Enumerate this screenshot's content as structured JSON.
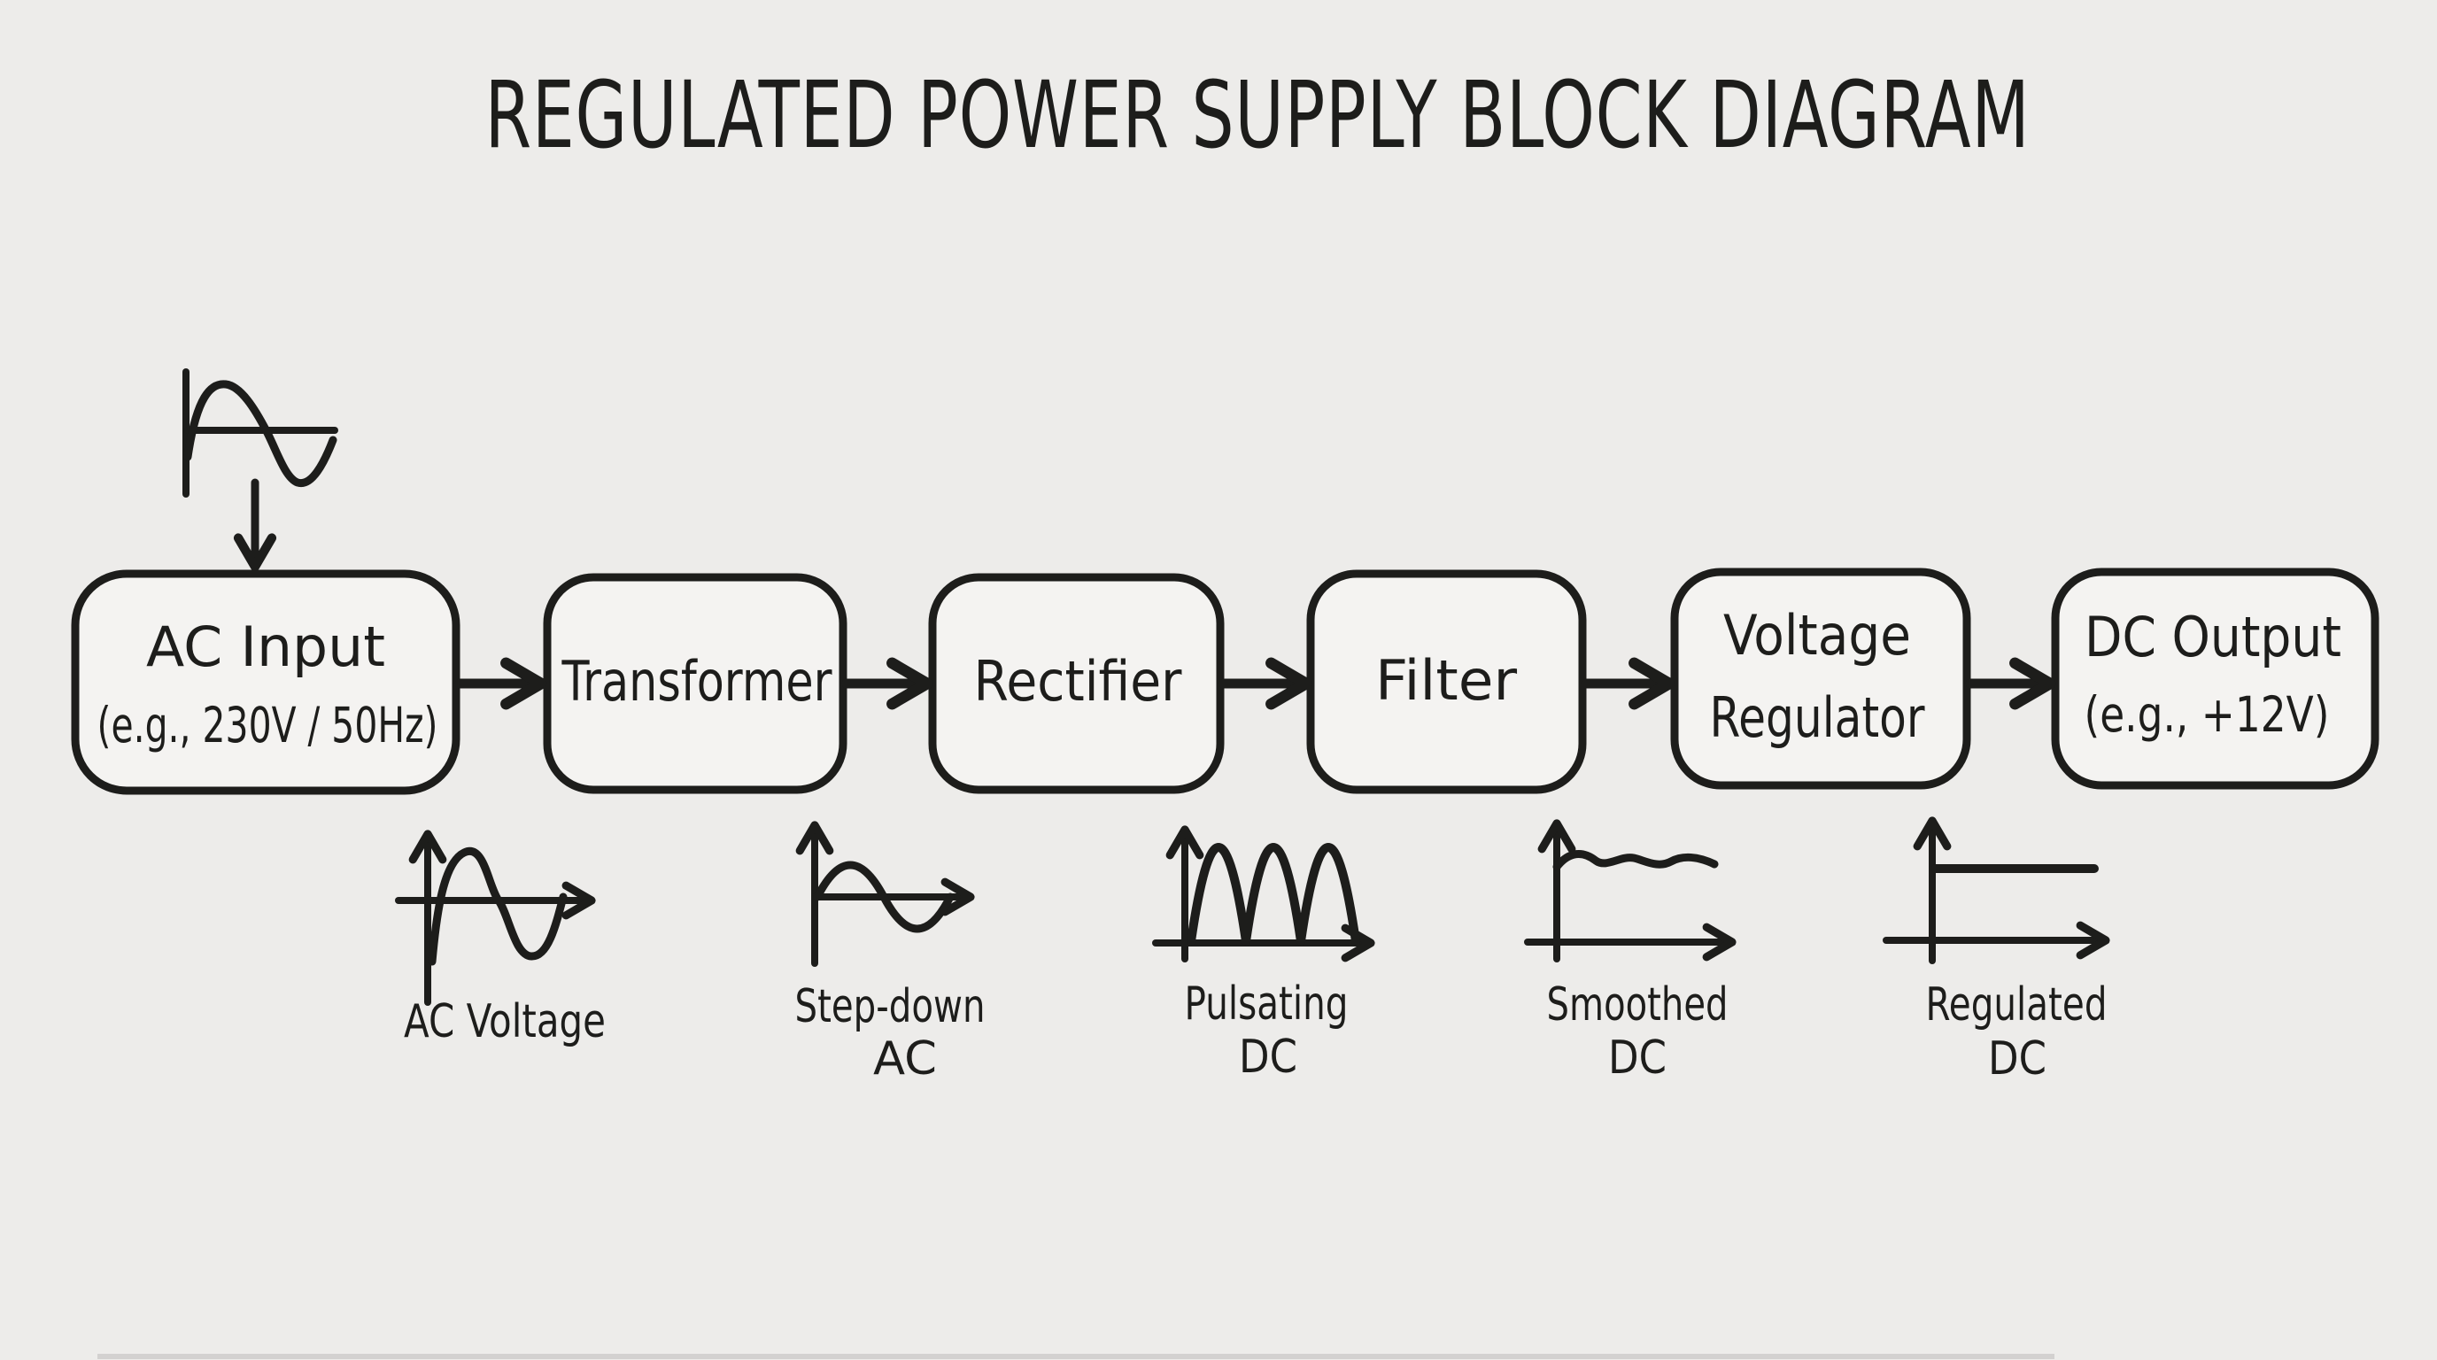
{
  "title": "REGULATED POWER SUPPLY BLOCK DIAGRAM",
  "colors": {
    "background": "#edecea",
    "block_fill": "#f4f3f1",
    "ink": "#1d1d1b"
  },
  "blocks": [
    {
      "name": "ac-input",
      "line1": "AC Input",
      "line2": "(e.g., 230V / 50Hz)"
    },
    {
      "name": "transformer",
      "line1": "Transformer"
    },
    {
      "name": "rectifier",
      "line1": "Rectifier"
    },
    {
      "name": "filter",
      "line1": "Filter"
    },
    {
      "name": "voltage-regulator",
      "line1": "Voltage",
      "line2": "Regulator"
    },
    {
      "name": "dc-output",
      "line1": "DC Output",
      "line2": "(e.g., +12V)"
    }
  ],
  "waveforms": [
    {
      "name": "ac-voltage",
      "shape": "sine-wave",
      "line1": "AC Voltage"
    },
    {
      "name": "step-down-ac",
      "shape": "small-sine-wave",
      "line1": "Step-down",
      "line2": "AC"
    },
    {
      "name": "pulsating-dc",
      "shape": "rectified-humps",
      "line1": "Pulsating",
      "line2": "DC"
    },
    {
      "name": "smoothed-dc",
      "shape": "ripple-line",
      "line1": "Smoothed",
      "line2": "DC"
    },
    {
      "name": "regulated-dc",
      "shape": "flat-line",
      "line1": "Regulated",
      "line2": "DC"
    }
  ],
  "input_signal": {
    "name": "ac-mains-sine",
    "shape": "sine-wave-with-down-arrow"
  }
}
